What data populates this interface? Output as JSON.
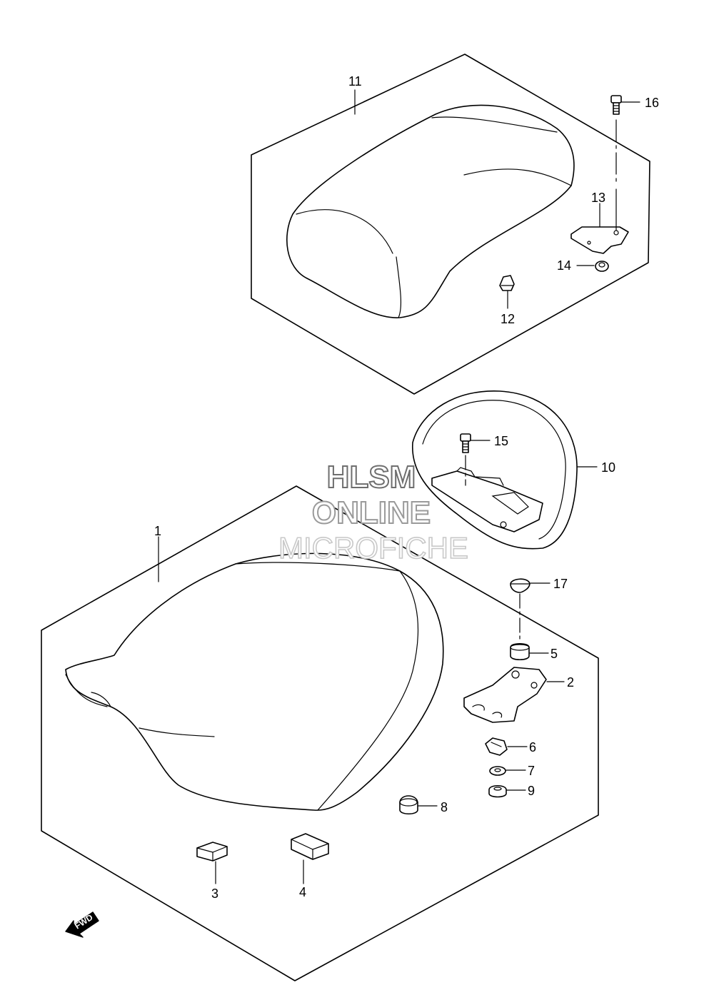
{
  "diagram": {
    "type": "exploded-parts-diagram",
    "watermark": {
      "line1": "HLSM",
      "line2": "ONLINE",
      "line3": "MICROFICHE"
    },
    "direction_indicator": {
      "label": "FWD",
      "icon": "fwd-arrow-icon"
    },
    "callouts": {
      "c1": "1",
      "c2": "2",
      "c3": "3",
      "c4": "4",
      "c5": "5",
      "c6": "6",
      "c7": "7",
      "c8": "8",
      "c9": "9",
      "c10": "10",
      "c11": "11",
      "c12": "12",
      "c13": "13",
      "c14": "14",
      "c15": "15",
      "c16": "16",
      "c17": "17"
    }
  }
}
